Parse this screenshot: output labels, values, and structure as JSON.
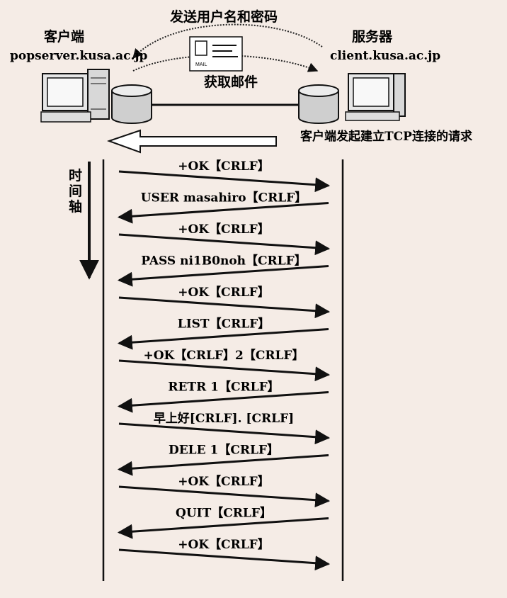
{
  "top_caption": "发送用户名和密码",
  "bottom_caption": "获取邮件",
  "mail_stamp": "MAIL",
  "client": {
    "role": "客户端",
    "host": "popserver.kusa.ac.jp"
  },
  "server": {
    "role": "服务器",
    "host": "client.kusa.ac.jp"
  },
  "tcp_request": "客户端发起建立TCP连接的请求",
  "time_axis": [
    "时",
    "间",
    "轴"
  ],
  "messages": [
    {
      "text": "+OK【CRLF】",
      "dir": "right"
    },
    {
      "text": "USER masahiro【CRLF】",
      "dir": "left"
    },
    {
      "text": "+OK【CRLF】",
      "dir": "right"
    },
    {
      "text": "PASS ni1B0noh【CRLF】",
      "dir": "left"
    },
    {
      "text": "+OK【CRLF】",
      "dir": "right"
    },
    {
      "text": "LIST【CRLF】",
      "dir": "left"
    },
    {
      "text": "+OK【CRLF】2【CRLF】",
      "dir": "right"
    },
    {
      "text": "RETR 1【CRLF】",
      "dir": "left"
    },
    {
      "text": "早上好[CRLF]. [CRLF]",
      "dir": "right"
    },
    {
      "text": "DELE 1【CRLF】",
      "dir": "left"
    },
    {
      "text": "+OK【CRLF】",
      "dir": "right"
    },
    {
      "text": "QUIT【CRLF】",
      "dir": "left"
    },
    {
      "text": "+OK【CRLF】",
      "dir": "right"
    }
  ]
}
